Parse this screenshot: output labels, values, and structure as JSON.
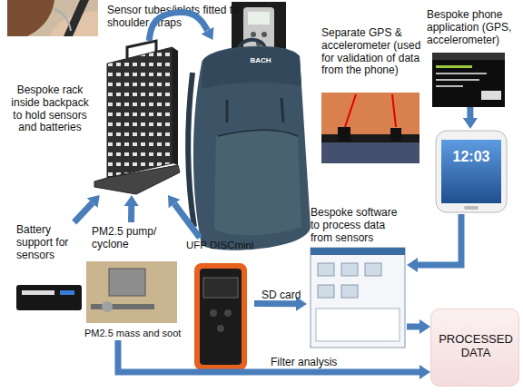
{
  "diagram": {
    "nodes": [
      {
        "text": [
          "Sensor tubes/inlets fitted to shoulder straps"
        ]
      },
      {
        "text": [
          "Bespoke rack inside backpack to hold sensors and batteries"
        ]
      },
      {
        "text": [
          "BACH"
        ]
      },
      {
        "text": [
          "Separate GPS & accelerometer (used for validation of data from the phone)"
        ]
      },
      {
        "text": [
          "Bespoke phone application (GPS, accelerometer)"
        ]
      },
      {
        "text": [
          "12:03"
        ]
      },
      {
        "text": [
          "Bespoke software to process data from sensors"
        ]
      },
      {
        "text": [
          "Battery support for sensors"
        ]
      },
      {
        "text": [
          "PM2.5 pump/ cyclone",
          "PM2.5 mass and soot"
        ]
      },
      {
        "text": [
          "UFP DISCmini"
        ]
      },
      {
        "text": [
          "PROCESSED DATA"
        ]
      }
    ],
    "edges": [
      {
        "from": 1,
        "to": 2,
        "arrow": "to"
      },
      {
        "from": 4,
        "to": 5,
        "arrow": "to"
      },
      {
        "from": 7,
        "to": 1,
        "arrow": "to"
      },
      {
        "from": 8,
        "to": 1,
        "arrow": "to"
      },
      {
        "from": 9,
        "to": 1,
        "arrow": "to"
      },
      {
        "from": 5,
        "to": 6,
        "arrow": "to"
      },
      {
        "from": 9,
        "to": 6,
        "label": "SD card",
        "arrow": "to"
      },
      {
        "from": 6,
        "to": 10,
        "arrow": "to"
      },
      {
        "from": 8,
        "to": 10,
        "label": "Filter analysis",
        "arrow": "to"
      }
    ]
  }
}
